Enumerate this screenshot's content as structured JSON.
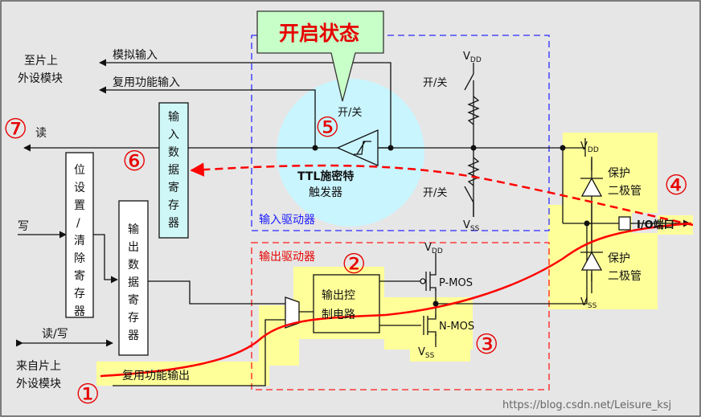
{
  "callout_title": "开启状态",
  "left": {
    "to_peripheral": "至片上外设模块",
    "analog_input": "模拟输入",
    "alt_func_input": "复用功能输入",
    "read": "读",
    "write": "写",
    "read_write": "读/写",
    "from_peripheral": "来自片上外设模块",
    "alt_func_output": "复用功能输出"
  },
  "blocks": {
    "bit_set_reset_register": "位设置/清除寄存器",
    "input_data_register": "输入数据寄存器",
    "output_data_register": "输出数据寄存器",
    "output_control_circuit": "输出控制电路",
    "ttl_schmitt_trigger": "TTL施密特触发器"
  },
  "regions": {
    "input_driver": "输入驱动器",
    "output_driver": "输出驱动器"
  },
  "switches": {
    "on_off": "开/关"
  },
  "supplies": {
    "vdd": "V",
    "vdd_sub": "DD",
    "vss": "V",
    "vss_sub": "SS"
  },
  "transistors": {
    "pmos": "P-MOS",
    "nmos": "N-MOS"
  },
  "protection": {
    "diode": "保护二极管"
  },
  "io_pin": "I/O端口",
  "markers": [
    "①",
    "②",
    "③",
    "④",
    "⑤",
    "⑥",
    "⑦"
  ],
  "watermark": "https://blog.csdn.net/Leisure_ksj",
  "colors": {
    "background": "#e6e6e6",
    "highlight": "#ffff99",
    "register_fill": "#cff7f7",
    "callout_fill": "#c8ffc8",
    "accent": "#ff0000",
    "input_border": "#2b2bff",
    "output_border": "#ff1a1a",
    "schmitt_circle": "#c9f5ff"
  }
}
